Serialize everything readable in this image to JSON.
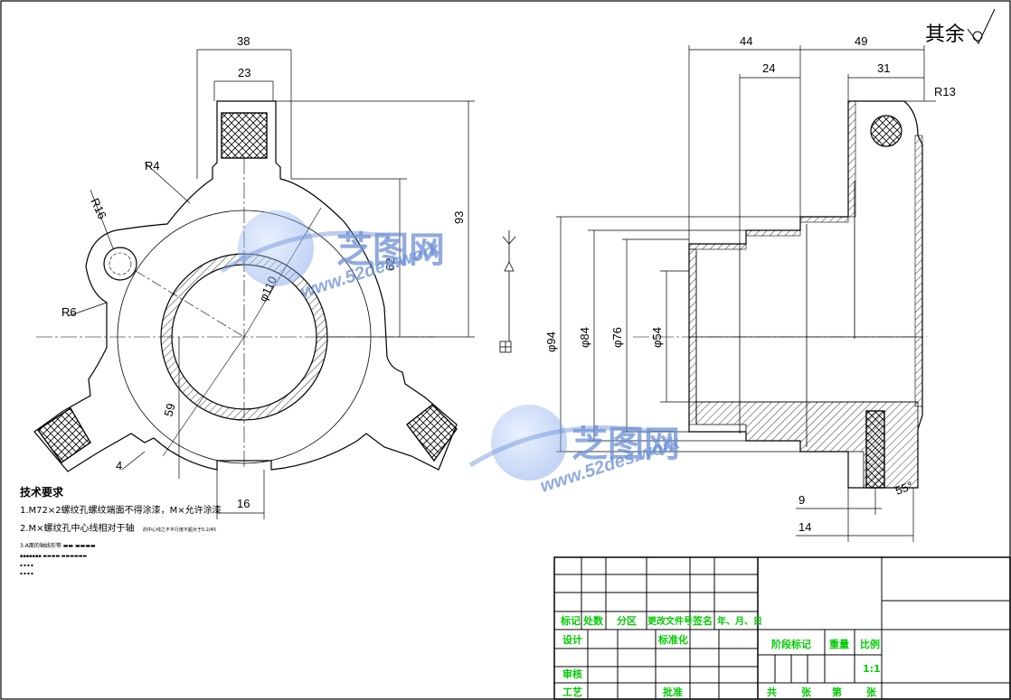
{
  "surface_roughness": "其余",
  "front_view": {
    "dims": {
      "w38": "38",
      "w23": "23",
      "r4": "R4",
      "r16": "R16",
      "r6": "R6",
      "d110": "φ110",
      "h62": "62",
      "h93": "93",
      "a59": "59",
      "d4": "4",
      "w16": "16"
    }
  },
  "side_view": {
    "dims": {
      "w44": "44",
      "w49": "49",
      "w24": "24",
      "w31": "31",
      "r13": "R13",
      "d94": "φ94",
      "d84": "φ84",
      "d76": "φ76",
      "d54": "φ54",
      "w9": "9",
      "w14": "14",
      "a55": "55°"
    }
  },
  "tech_requirements": {
    "title": "技术要求",
    "line1": "1.M72×2螺纹孔螺纹端面不得涂漆，M×允许涂漆",
    "line2": "2.M×螺纹孔中心线相对于轴",
    "line2_small": "的中心线之不平行度不超大于0.2/45",
    "line3": "3.A面的轴线形等 ▬▬ ▬▬▬▬",
    "line4": "▪▪▪▪▪▪▪ ▬▬▬▬ ▬▬▬▬▬▬",
    "line5": "▪ ▪ ▪ ▪",
    "line6": "▪ ▪ ▪ ▪"
  },
  "watermark": {
    "brand": "芝图网",
    "url": "www.52des.work"
  },
  "title_block": {
    "biaoji": "标记",
    "chushu": "处数",
    "fenqu": "分区",
    "gengai": "更改文件号",
    "qianming": "签名",
    "nianyueri": "年、月、日",
    "sheji": "设计",
    "biaozhunhua": "标准化",
    "jieduan": "阶段标记",
    "zhongliang": "重量",
    "bili": "比例",
    "bili_value": "1:1",
    "shenhe": "审核",
    "gongyi": "工艺",
    "pizhun": "批准",
    "gong": "共",
    "zhang": "张",
    "di": "第",
    "zhang2": "张"
  },
  "colors": {
    "line": "#000000",
    "titleblock_text": "#00cc00",
    "watermark": "#6b8fd6"
  }
}
